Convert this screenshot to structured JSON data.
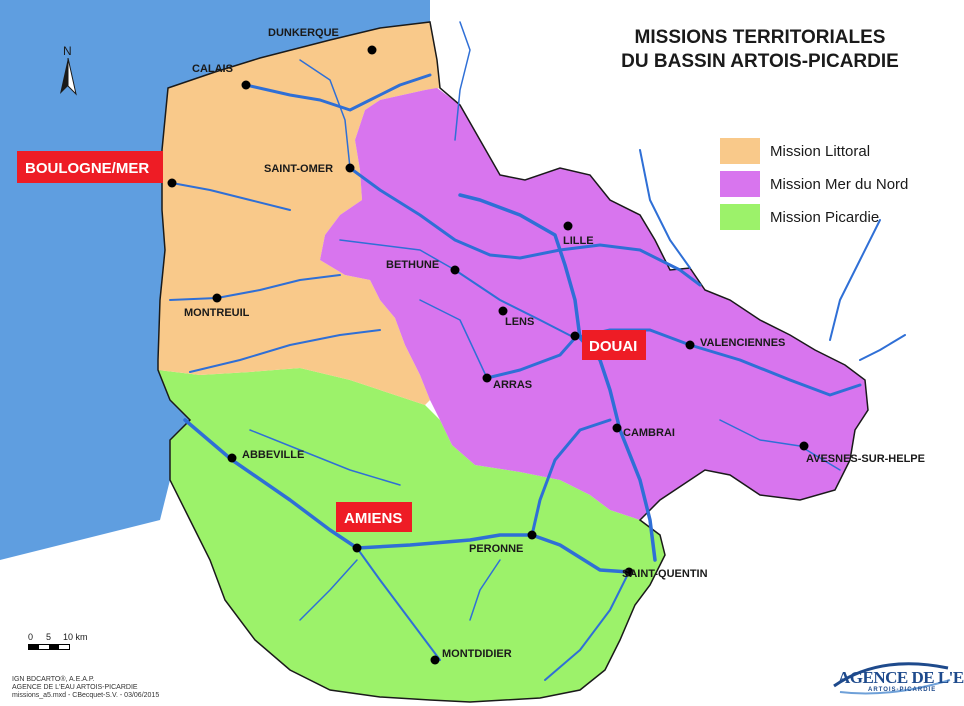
{
  "title_line1": "MISSIONS TERRITORIALES",
  "title_line2": "DU BASSIN ARTOIS-PICARDIE",
  "north_label": "N",
  "legend": [
    {
      "label": "Mission Littoral",
      "color": "#f9c98a"
    },
    {
      "label": "Mission Mer du Nord",
      "color": "#d875ee"
    },
    {
      "label": "Mission Picardie",
      "color": "#9cf26a"
    }
  ],
  "colors": {
    "sea": "#5f9ee0",
    "river": "#2f6fd6",
    "badge": "#ee1c25",
    "littoral": "#f9c98a",
    "mer_du_nord": "#d875ee",
    "picardie": "#9cf26a"
  },
  "cities": [
    "DUNKERQUE",
    "CALAIS",
    "SAINT-OMER",
    "BETHUNE",
    "LILLE",
    "LENS",
    "MONTREUIL",
    "ARRAS",
    "VALENCIENNES",
    "CAMBRAI",
    "AVESNES-SUR-HELPE",
    "ABBEVILLE",
    "PERONNE",
    "SAINT-QUENTIN",
    "MONTDIDIER"
  ],
  "badges": [
    "BOULOGNE/MER",
    "DOUAI",
    "AMIENS"
  ],
  "scale": {
    "ticks": [
      "0",
      "5",
      "10 km"
    ]
  },
  "credits": [
    "IGN BDCARTO®, A.E.A.P.",
    "AGENCE DE L'EAU ARTOIS-PICARDIE",
    "missions_a5.mxd - CBecquet-S.V. - 03/06/2015"
  ],
  "logo": {
    "main": "AGENCE DE L'EAU",
    "sub": "ARTOIS-PICARDIE"
  }
}
